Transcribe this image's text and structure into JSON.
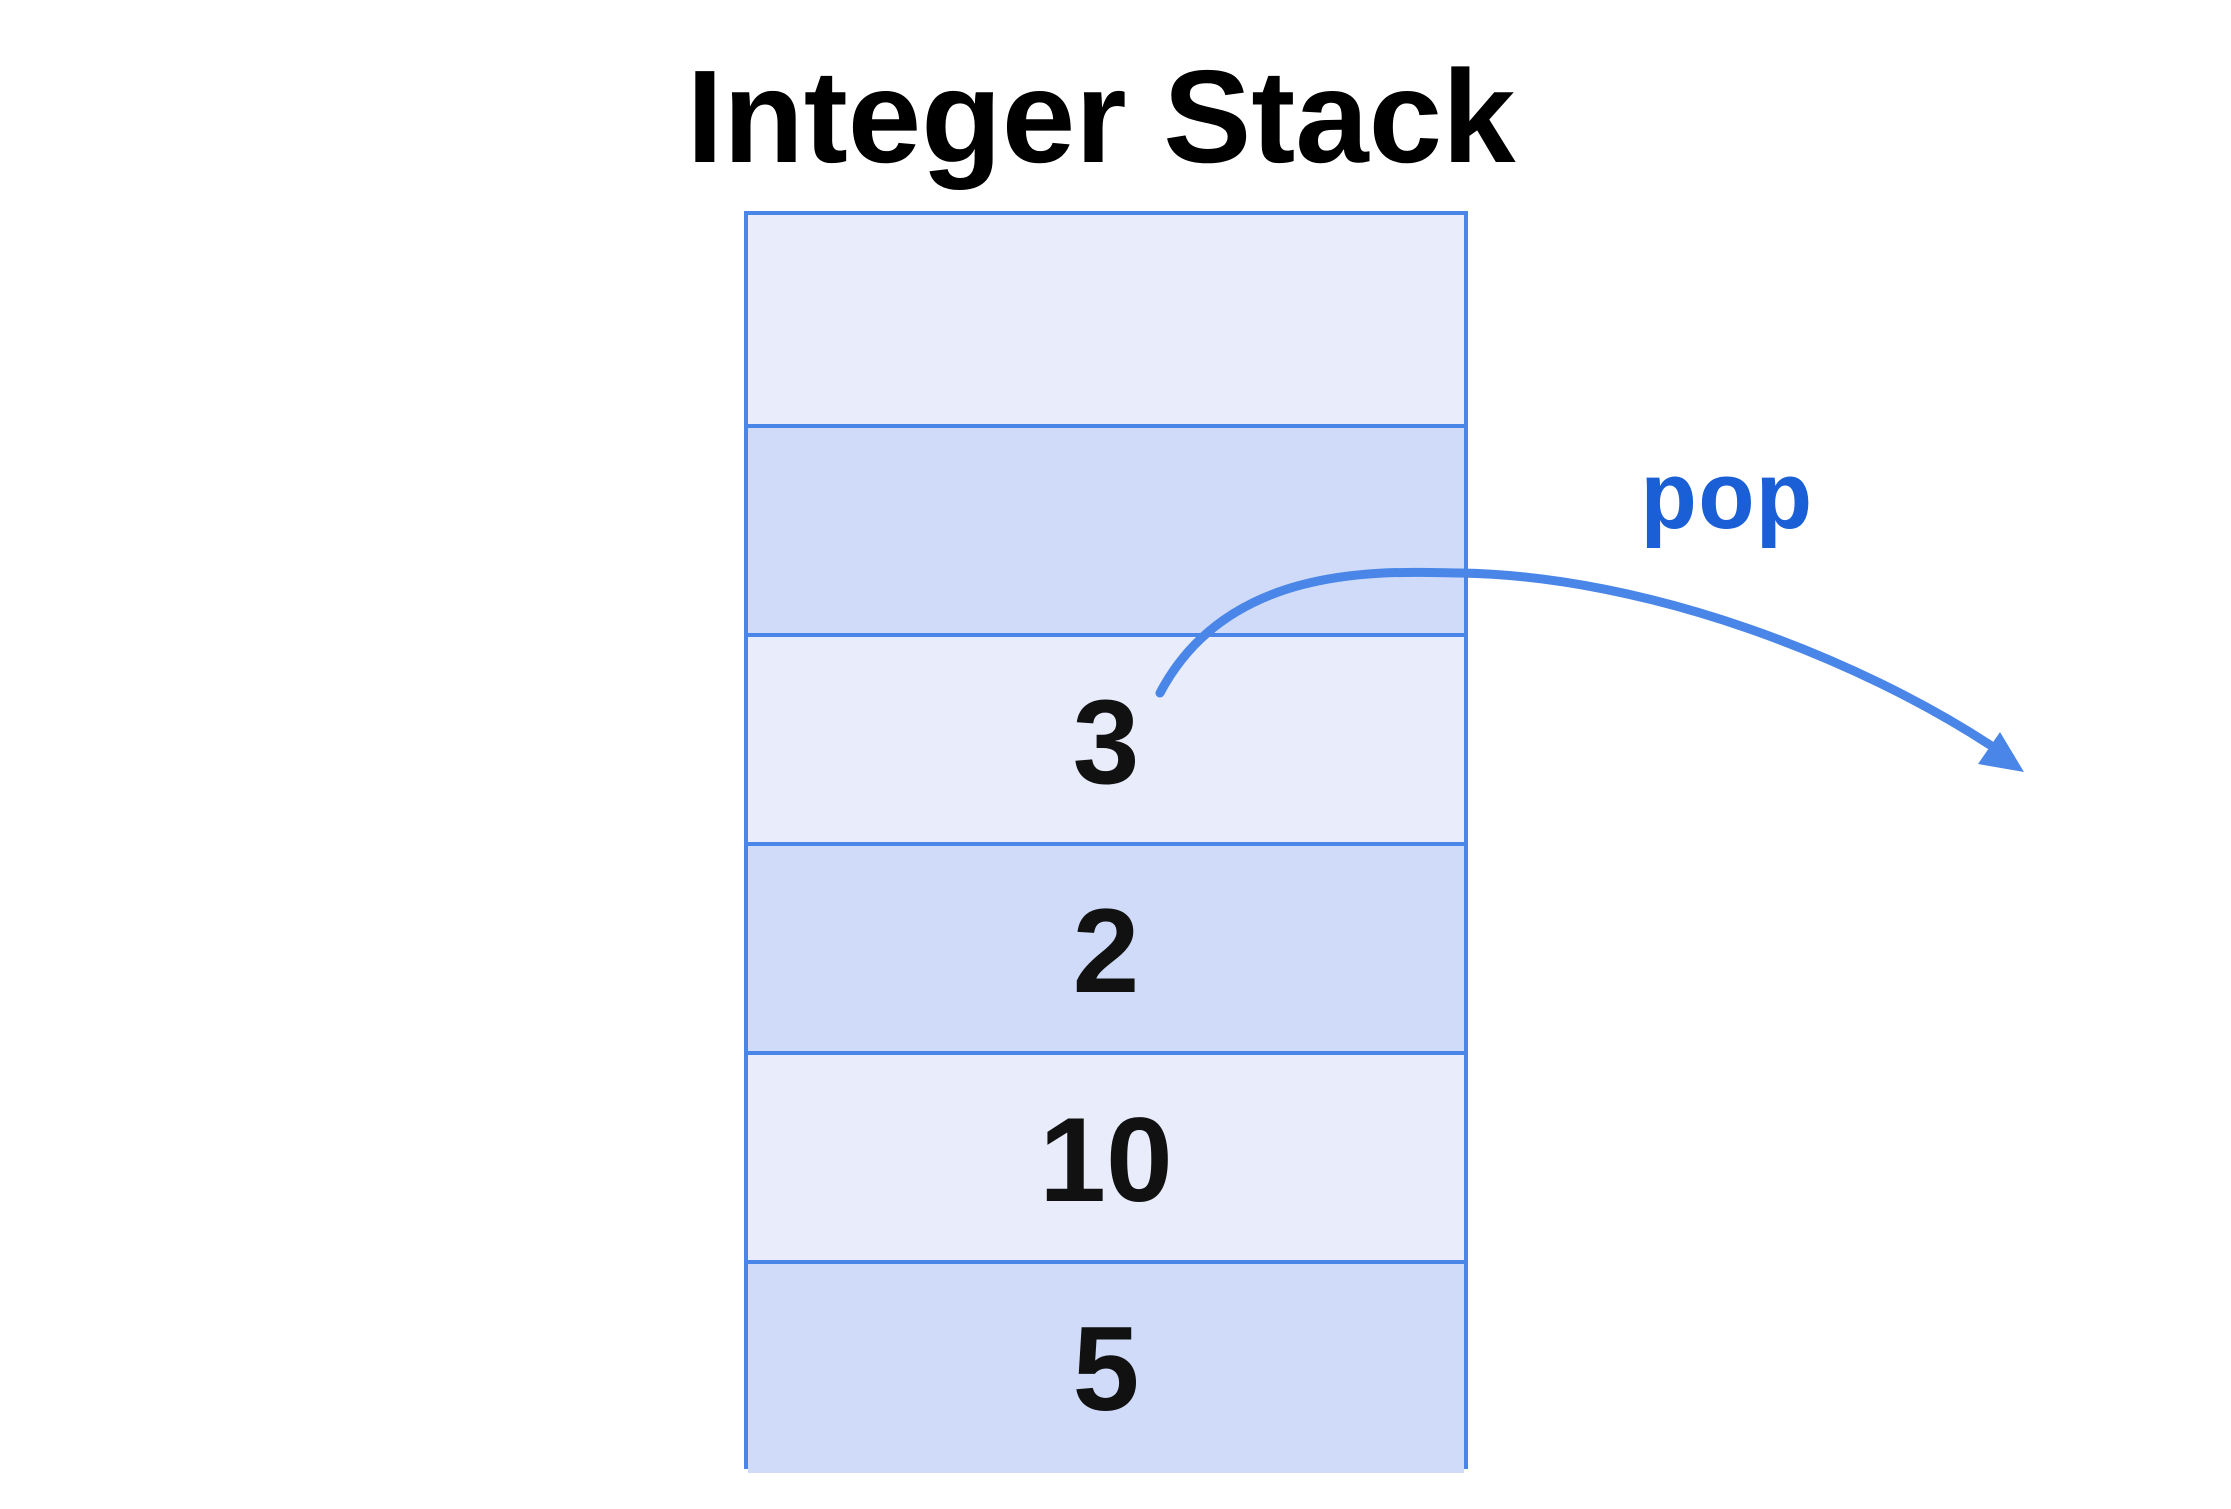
{
  "title": "Integer Stack",
  "stack": {
    "cells": [
      {
        "value": ""
      },
      {
        "value": ""
      },
      {
        "value": "3"
      },
      {
        "value": "2"
      },
      {
        "value": "10"
      },
      {
        "value": "5"
      }
    ]
  },
  "operation": {
    "label": "pop",
    "color": "#1a5fd6"
  },
  "colors": {
    "border": "#4a86e8",
    "cell_light": "#e8ecfb",
    "cell_dark": "#cfdbf8",
    "arrow": "#4a86e8"
  }
}
